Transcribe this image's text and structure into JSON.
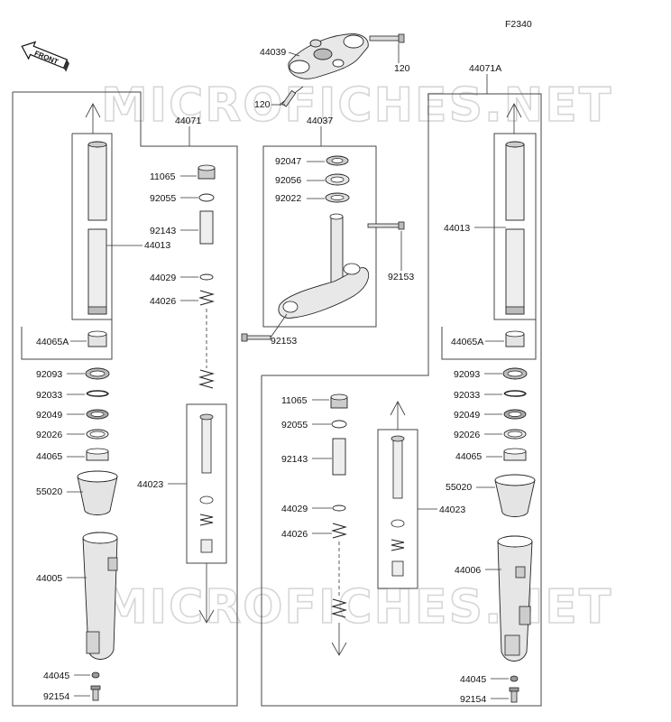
{
  "figure_code": "F2340",
  "direction_label": "FRONT",
  "watermark": "MICROFICHES.NET",
  "labels": {
    "p44039": "44039",
    "p120_a": "120",
    "p120_b": "120",
    "p44037": "44037",
    "p44071": "44071",
    "p44071A": "44071A",
    "p92047": "92047",
    "p92056": "92056",
    "p92022": "92022",
    "p92153_a": "92153",
    "p92153_b": "92153",
    "p11065_l": "11065",
    "p92055_l": "92055",
    "p92143_l": "92143",
    "p44029_l": "44029",
    "p44026_l": "44026",
    "p44023_l": "44023",
    "p44013_l": "44013",
    "p44065A_l": "44065A",
    "p92093_l": "92093",
    "p92033_l": "92033",
    "p92049_l": "92049",
    "p92026_l": "92026",
    "p44065_l": "44065",
    "p55020_l": "55020",
    "p44005": "44005",
    "p44045_l": "44045",
    "p92154_l": "92154",
    "p11065_r": "11065",
    "p92055_r": "92055",
    "p92143_r": "92143",
    "p44029_r": "44029",
    "p44026_r": "44026",
    "p44023_r": "44023",
    "p44013_r": "44013",
    "p44065A_r": "44065A",
    "p92093_r": "92093",
    "p92033_r": "92033",
    "p92049_r": "92049",
    "p92026_r": "92026",
    "p44065_r": "44065",
    "p55020_r": "55020",
    "p44006": "44006",
    "p44045_r": "44045",
    "p92154_r": "92154"
  }
}
